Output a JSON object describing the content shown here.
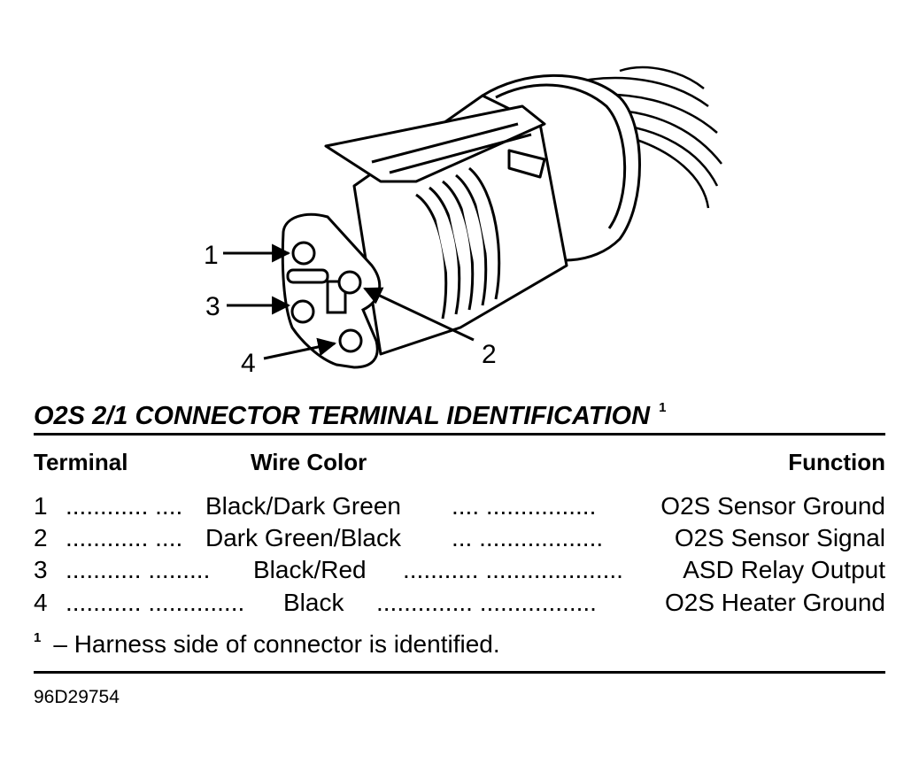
{
  "diagram": {
    "callouts": [
      "1",
      "2",
      "3",
      "4"
    ]
  },
  "table": {
    "title": "O2S 2/1 CONNECTOR TERMINAL IDENTIFICATION",
    "title_footnote": "1",
    "headers": {
      "terminal": "Terminal",
      "wire_color": "Wire Color",
      "function": "Function"
    },
    "rows": [
      {
        "terminal": "1",
        "lead": "............ ....",
        "wire_color": "Black/Dark Green",
        "trail": ".... ................",
        "function": "O2S Sensor Ground"
      },
      {
        "terminal": "2",
        "lead": "............ ....",
        "wire_color": "Dark Green/Black",
        "trail": "... ..................",
        "function": "O2S Sensor Signal"
      },
      {
        "terminal": "3",
        "lead": "........... .........",
        "wire_color": "Black/Red",
        "trail": "........... ....................",
        "function": "ASD Relay Output"
      },
      {
        "terminal": "4",
        "lead": "........... ..............",
        "wire_color": "Black",
        "trail": ".............. .................",
        "function": "O2S Heater Ground"
      }
    ],
    "footnote_marker": "1",
    "footnote": "–  Harness side of connector is identified."
  },
  "figure_code": "96D29754"
}
